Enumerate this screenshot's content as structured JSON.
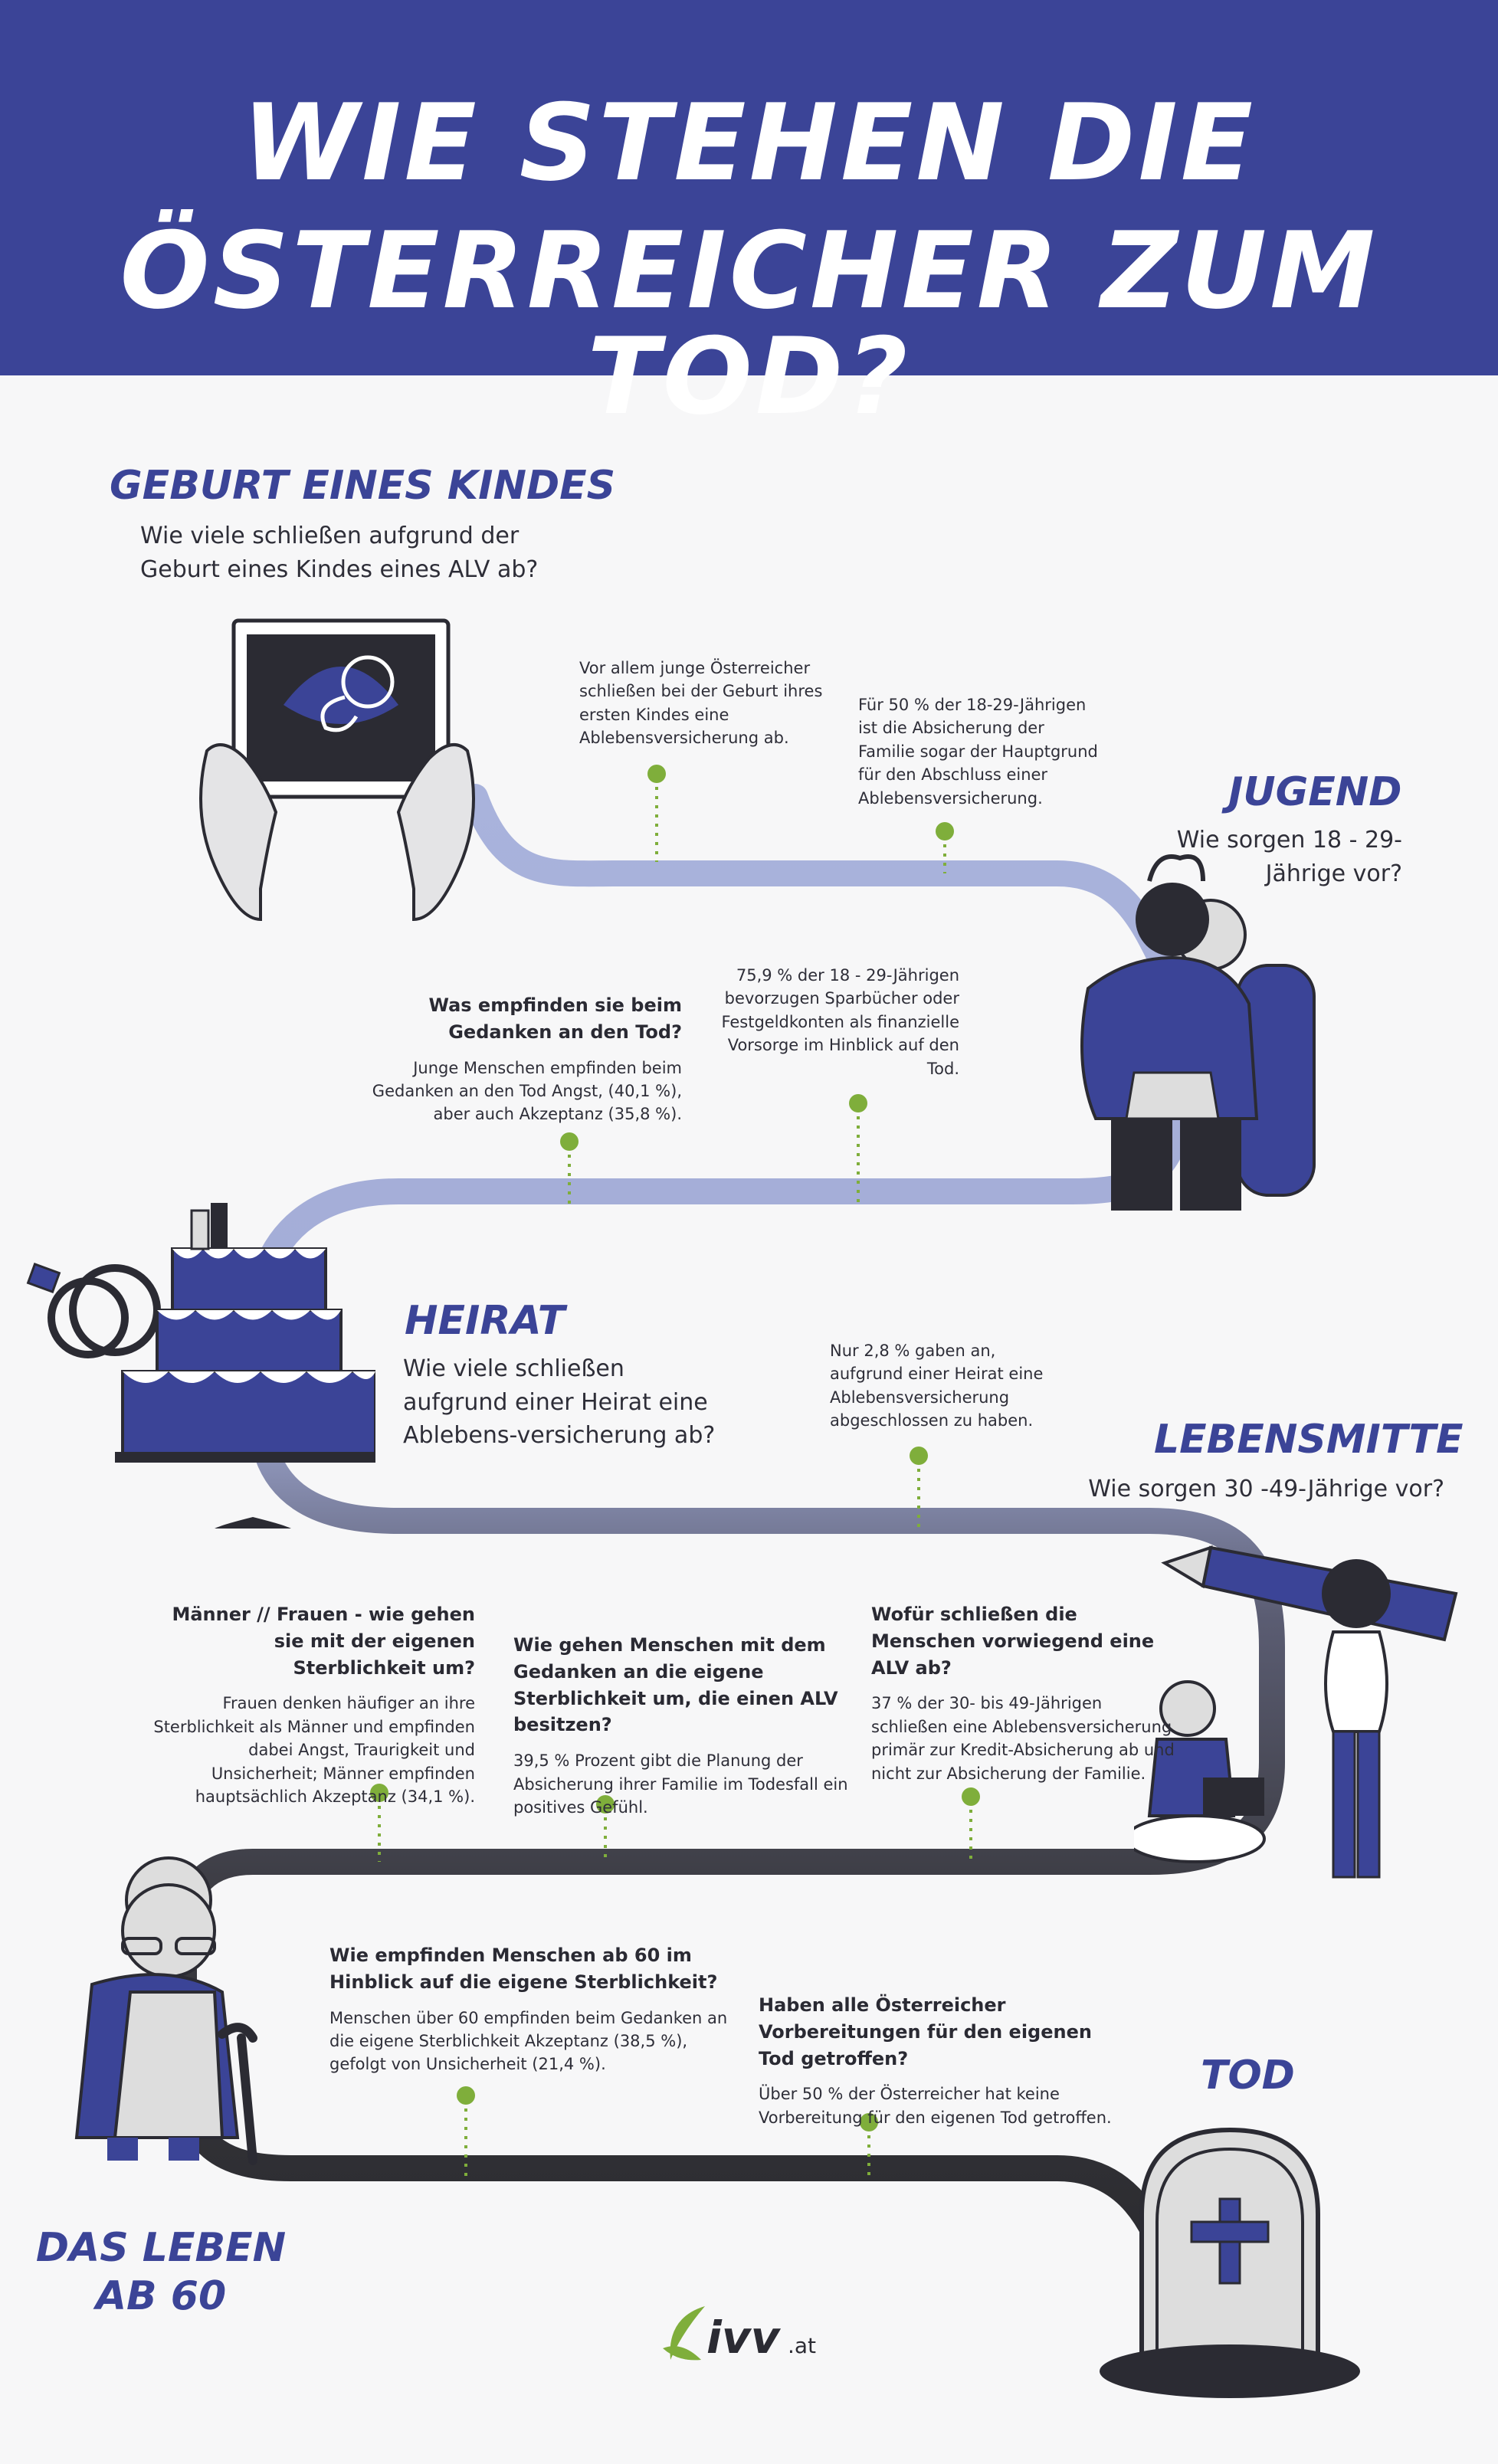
{
  "header": {
    "title_line1": "WIE STEHEN DIE",
    "title_line2": "ÖSTERREICHER ZUM TOD?",
    "background": "#3b4497"
  },
  "colors": {
    "accent_blue": "#3b4497",
    "path_light": "#a9b3dc",
    "path_dark": "#2e2e33",
    "dot_green": "#7fae3b"
  },
  "sections": {
    "geburt": {
      "title": "GEBURT EINES KINDES",
      "subtitle": "Wie viele schließen aufgrund der Geburt eines Kindes eines ALV ab?",
      "note": "Vor allem junge Österreicher schließen bei der Geburt ihres ersten Kindes eine Ablebensversicherung ab."
    },
    "jugend": {
      "title": "JUGEND",
      "subtitle": "Wie sorgen 18 - 29-Jährige vor?",
      "note_top": "Für 50 % der 18-29-Jährigen ist die Absicherung der Familie sogar der Hauptgrund für den Abschluss einer Ablebensversicherung.",
      "note_feel_title": "Was empfinden sie beim Gedanken an den Tod?",
      "note_feel": "Junge Menschen empfinden beim Gedanken an den Tod Angst, (40,1 %), aber auch Akzeptanz (35,8 %).",
      "note_save": "75,9 % der 18 - 29-Jährigen bevorzugen Sparbücher oder Festgeldkonten als finanzielle Vorsorge im Hinblick auf den Tod."
    },
    "heirat": {
      "title": "HEIRAT",
      "subtitle": "Wie viele schließen aufgrund einer Heirat eine Ablebens-versicherung ab?",
      "note": "Nur 2,8 % gaben an, aufgrund einer Heirat eine Ablebensversicherung abgeschlossen zu haben."
    },
    "lebensmitte": {
      "title": "LEBENSMITTE",
      "subtitle": "Wie sorgen 30 -49-Jährige vor?",
      "q1_title": "Männer // Frauen - wie gehen sie mit der eigenen Sterblichkeit um?",
      "q1_text": "Frauen denken häufiger an ihre Sterblichkeit als Männer und empfinden dabei Angst, Traurigkeit und Unsicherheit; Männer empfinden hauptsächlich Akzeptanz (34,1 %).",
      "q2_title": "Wie gehen Menschen mit dem Gedanken an die eigene Sterblichkeit um, die einen ALV besitzen?",
      "q2_text": "39,5 % Prozent gibt die Planung der Absicherung ihrer Familie im Todesfall ein positives Gefühl.",
      "q3_title": "Wofür schließen die Menschen vorwiegend eine ALV ab?",
      "q3_text": "37 % der 30- bis 49-Jährigen schließen eine Ablebensversicherung primär zur Kredit-Absicherung ab und nicht zur Absicherung der Familie."
    },
    "ab60": {
      "title_line1": "DAS LEBEN",
      "title_line2": "AB 60",
      "q1_title": "Wie empfinden Menschen ab 60 im Hinblick auf die eigene Sterblichkeit?",
      "q1_text": "Menschen über 60 empfinden beim Gedanken an die eigene Sterblichkeit Akzeptanz (38,5 %), gefolgt von Unsicherheit (21,4 %).",
      "q2_title": "Haben alle Österreicher Vorbereitungen für den eigenen Tod getroffen?",
      "q2_text": "Über 50 % der Österreicher hat keine Vorbereitung für den eigenen Tod getroffen."
    },
    "tod": {
      "title": "TOD"
    }
  },
  "logo": {
    "text": "ivv",
    "suffix": ".at"
  }
}
